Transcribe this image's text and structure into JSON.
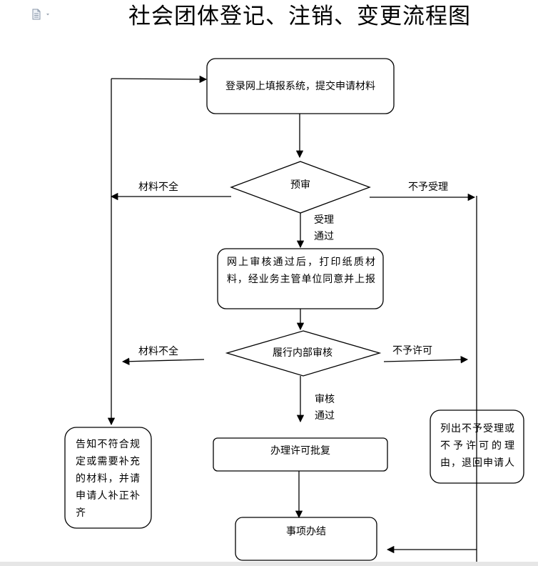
{
  "page_title": "社会团体登记、注销、变更流程图",
  "toolbar": {
    "doc_icon": "document-icon",
    "dropdown_icon": "chevron-down-icon"
  },
  "nodes": {
    "submit": "登录网上填报系统，提交申请材料",
    "precheck": "预审",
    "print_report": "网上审核通过后，打印纸质材料，经业务主管单位同意并上报",
    "internal_review": "履行内部审核",
    "approve": "办理许可批复",
    "complete": "事项办结",
    "notify_supplement": "告知不符合规定或需要补充的材料，并请申请人补正补齐",
    "reject_reason": "列出不予受理或不予许可的理由，退回申请人"
  },
  "edge_labels": {
    "incomplete_1": "材料不全",
    "not_accepted": "不予受理",
    "accepted": "受理通过",
    "incomplete_2": "材料不全",
    "not_permitted": "不予许可",
    "review_passed": "审核通过"
  }
}
